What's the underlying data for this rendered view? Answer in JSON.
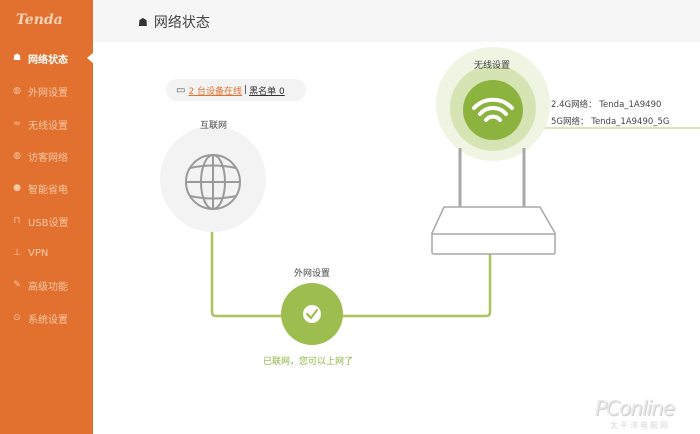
{
  "brand": {
    "logo": "Tenda",
    "accent_color": "#e2702f",
    "success_color": "#8db33f"
  },
  "sidebar": {
    "items": [
      {
        "label": "网络状态",
        "icon": "network-status-icon",
        "glyph": "☗",
        "active": true
      },
      {
        "label": "外网设置",
        "icon": "globe-icon",
        "glyph": "◍",
        "active": false
      },
      {
        "label": "无线设置",
        "icon": "wifi-icon",
        "glyph": "ᯤ",
        "active": false
      },
      {
        "label": "访客网络",
        "icon": "guest-icon",
        "glyph": "◍",
        "active": false
      },
      {
        "label": "智能省电",
        "icon": "bulb-icon",
        "glyph": "●",
        "active": false
      },
      {
        "label": "USB设置",
        "icon": "usb-icon",
        "glyph": "⊓",
        "active": false
      },
      {
        "label": "VPN",
        "icon": "vpn-icon",
        "glyph": "⊥",
        "active": false
      },
      {
        "label": "高级功能",
        "icon": "wrench-icon",
        "glyph": "⚲",
        "active": false
      },
      {
        "label": "系统设置",
        "icon": "settings-icon",
        "glyph": "⊙",
        "active": false
      }
    ]
  },
  "header": {
    "title": "网络状态"
  },
  "devices": {
    "online_text": "2 台设备在线",
    "separator": "|",
    "blacklist_text": "黑名单 0"
  },
  "internet": {
    "label": "互联网"
  },
  "wan": {
    "label": "外网设置",
    "status": "已联网，您可以上网了"
  },
  "wireless": {
    "label": "无线设置",
    "band_24": "2.4G网络： Tenda_1A9490",
    "band_5": "5G网络： Tenda_1A9490_5G"
  },
  "watermark": {
    "main": "PConline",
    "sub": "太平洋电脑网"
  }
}
